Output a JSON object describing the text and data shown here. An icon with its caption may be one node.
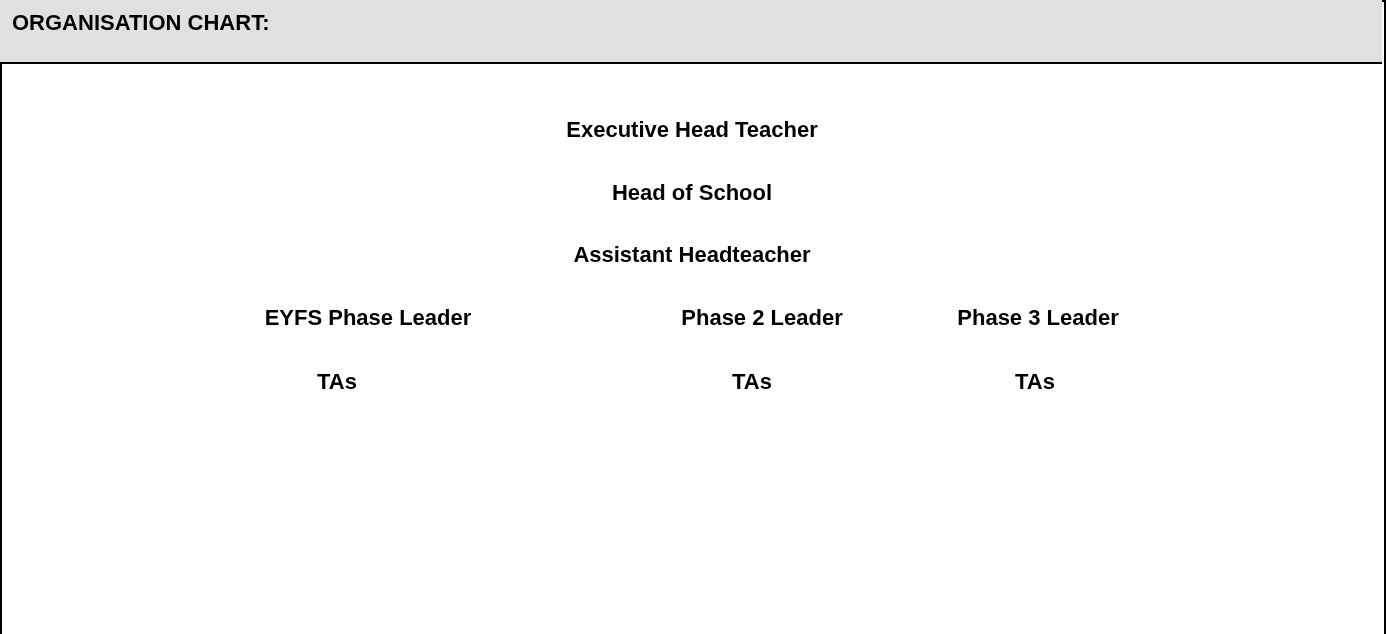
{
  "diagram": {
    "title": "ORGANISATION CHART:",
    "labels": [
      "Executive Head Teacher",
      "Head of School",
      "Assistant Headteacher",
      "EYFS Phase Leader",
      "Phase 2 Leader",
      "Phase 3 Leader",
      "TAs",
      "TAs",
      "TAs"
    ]
  }
}
